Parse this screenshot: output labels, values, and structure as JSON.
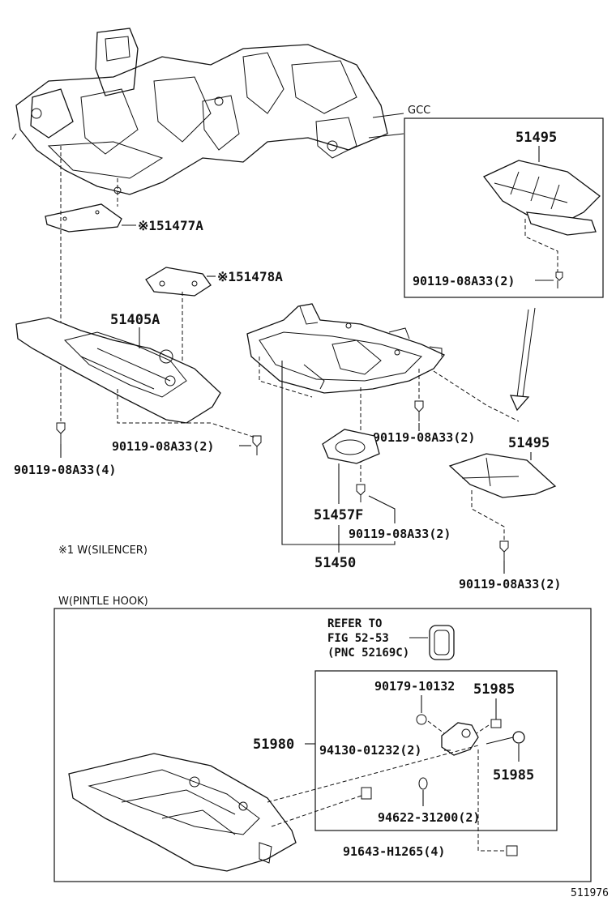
{
  "gcc_box": {
    "title": "GCC",
    "part": "51495",
    "bolt": "90119-08A33(2)"
  },
  "frame_parts": {
    "silencer_1": "※151477A",
    "silencer_2": "※151478A",
    "cover_left": "51405A",
    "bolt_left_lower": "90119-08A33(4)",
    "bolt_left_mid": "90119-08A33(2)",
    "bolt_center": "90119-08A33(2)",
    "cover_right": "51495",
    "sub_part": "51457F",
    "sub_bolt": "90119-08A33(2)",
    "assembly": "51450",
    "bolt_right": "90119-08A33(2)",
    "note": "※1 W(SILENCER)"
  },
  "pintle": {
    "title": "W(PINTLE HOOK)",
    "refer_line1": "REFER TO",
    "refer_line2": "FIG 52-53",
    "refer_line3": "(PNC 52169C)",
    "p1": "90179-10132",
    "p2": "51985",
    "p3": "51980",
    "p4": "94130-01232(2)",
    "p5": "51985",
    "p6": "94622-31200(2)",
    "p7": "91643-H1265(4)"
  },
  "figure_id": "511976"
}
